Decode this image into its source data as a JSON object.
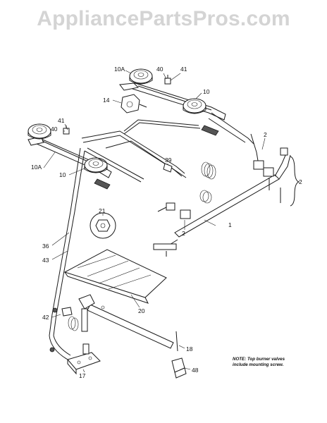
{
  "watermark": "AppliancePartsPros.com",
  "labels": {
    "l10A_top": "10A",
    "l40_top": "40",
    "l41_top": "41",
    "l10_top": "10",
    "l14": "14",
    "l41_left": "41",
    "l40_left": "40",
    "l2_mid": "2",
    "l39": "39",
    "l10A_left": "10A",
    "l10_left": "10",
    "l2_right": "2",
    "l21": "21",
    "l1": "1",
    "l2_low": "2",
    "l36": "36",
    "l43": "43",
    "l20": "20",
    "l42": "42",
    "l18": "18",
    "l17": "17",
    "l48": "48"
  },
  "note": {
    "line1": "NOTE: Top burner valves",
    "line2": "include mounting screw."
  }
}
